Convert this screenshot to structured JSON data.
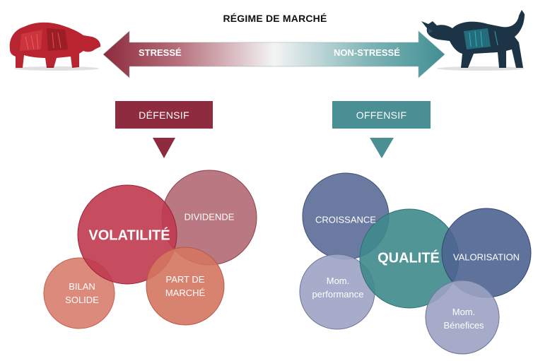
{
  "diagram": {
    "title": "RÉGIME DE MARCHÉ",
    "left_arrow_label": "STRESSÉ",
    "right_arrow_label": "NON-STRESSÉ",
    "left_box_label": "DÉFENSIF",
    "right_box_label": "OFFENSIF",
    "left_circles": {
      "volatility": "VOLATILITÉ",
      "dividend": "DIVIDENDE",
      "market_share_line1": "PART DE",
      "market_share_line2": "MARCHÉ",
      "balance_line1": "BILAN",
      "balance_line2": "SOLIDE"
    },
    "right_circles": {
      "quality": "QUALITÉ",
      "growth": "CROISSANCE",
      "valuation": "VALORISATION",
      "mom_perf_line1": "Mom.",
      "mom_perf_line2": "performance",
      "mom_earn_line1": "Mom.",
      "mom_earn_line2": "Bénefices"
    }
  },
  "colors": {
    "defensive": "#8f2b3e",
    "offensive": "#4a8f93",
    "volatility": "#c0394f",
    "dividend": "#b06671",
    "market_share": "#d47460",
    "balance": "#d98070",
    "quality": "#3f8a8c",
    "growth": "#5e6f99",
    "valuation": "#4d6390",
    "mom_perf": "#9ea5c4",
    "mom_earn": "#9ba2c2"
  },
  "icons": {
    "left_animal": "bear-icon",
    "right_animal": "bull-icon"
  }
}
